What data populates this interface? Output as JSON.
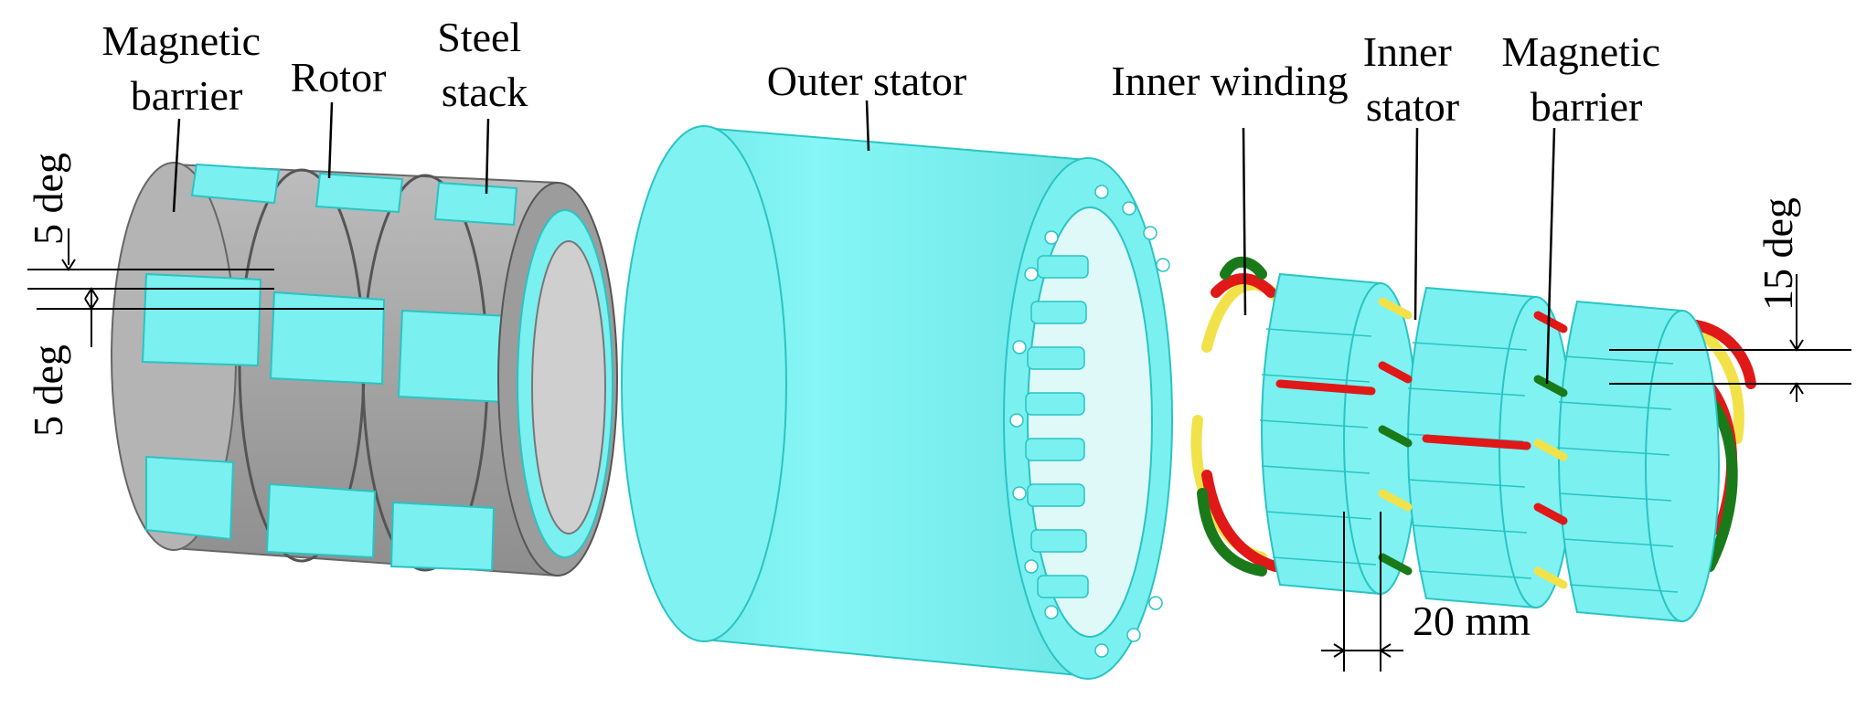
{
  "labels": {
    "rotor_magnetic_barrier": [
      "Magnetic",
      "barrier"
    ],
    "rotor": "Rotor",
    "steel_stack": [
      "Steel",
      "stack"
    ],
    "outer_stator": "Outer stator",
    "inner_winding": "Inner winding",
    "inner_stator": [
      "Inner",
      "stator"
    ],
    "inner_magnetic_barrier": [
      "Magnetic",
      "barrier"
    ]
  },
  "dimensions": {
    "skew_upper": "5 deg",
    "skew_lower": "5 deg",
    "skew_right": "15 deg",
    "gap": "20 mm"
  },
  "colors": {
    "cyan": "#7af0f0",
    "cyan_edge": "#29c4c4",
    "steel": "#a7a7a7",
    "steel_dark": "#7d7d7d",
    "red": "#e01818",
    "green": "#1a7a1a",
    "yellow": "#f2e24a"
  }
}
